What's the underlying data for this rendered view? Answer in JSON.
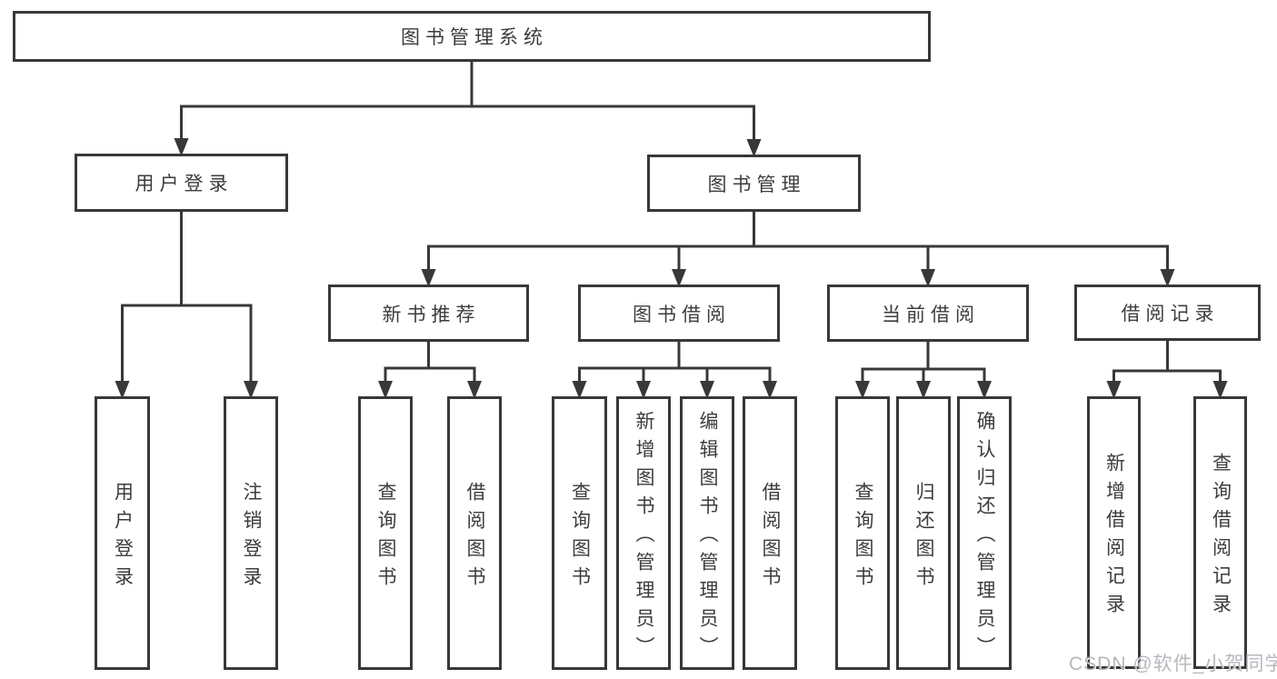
{
  "diagram": {
    "watermark": "CSDN @软件_小贺同学",
    "colors": {
      "line": "#383838",
      "text": "#3c3c3c",
      "background": "#ffffff",
      "watermark": "#a8acb2"
    },
    "tree": {
      "id": "library-system",
      "label": "图书管理系统",
      "children": [
        {
          "id": "user-login",
          "label": "用户登录",
          "children": [
            {
              "id": "leaf-user-login",
              "label": "用户登录"
            },
            {
              "id": "leaf-logout",
              "label": "注销登录"
            }
          ]
        },
        {
          "id": "book-mgmt",
          "label": "图书管理",
          "children": [
            {
              "id": "new-book-rec",
              "label": "新书推荐",
              "children": [
                {
                  "id": "leaf-nbr-query",
                  "label": "查询图书"
                },
                {
                  "id": "leaf-nbr-borrow",
                  "label": "借阅图书"
                }
              ]
            },
            {
              "id": "book-borrow",
              "label": "图书借阅",
              "children": [
                {
                  "id": "leaf-bb-query",
                  "label": "查询图书"
                },
                {
                  "id": "leaf-bb-add",
                  "label": "新增图书（管理员）"
                },
                {
                  "id": "leaf-bb-edit",
                  "label": "编辑图书（管理员）"
                },
                {
                  "id": "leaf-bb-borrow",
                  "label": "借阅图书"
                }
              ]
            },
            {
              "id": "current-borrow",
              "label": "当前借阅",
              "children": [
                {
                  "id": "leaf-cb-query",
                  "label": "查询图书"
                },
                {
                  "id": "leaf-cb-return",
                  "label": "归还图书"
                },
                {
                  "id": "leaf-cb-confirm",
                  "label": "确认归还（管理员）"
                }
              ]
            },
            {
              "id": "borrow-records",
              "label": "借阅记录",
              "children": [
                {
                  "id": "leaf-br-add",
                  "label": "新增借阅记录"
                },
                {
                  "id": "leaf-br-query",
                  "label": "查询借阅记录"
                }
              ]
            }
          ]
        }
      ]
    }
  }
}
